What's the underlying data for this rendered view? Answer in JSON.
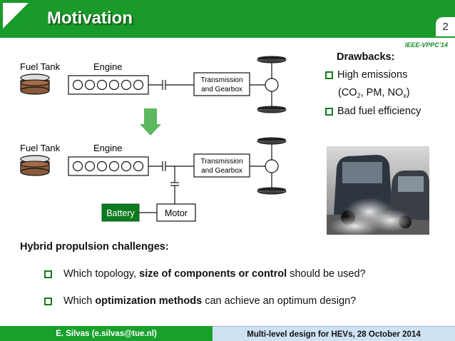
{
  "header": {
    "title": "Motivation",
    "page_number": "2",
    "conference": "IEEE-VPPC'14",
    "bg_color": "#1a9a2a"
  },
  "diagram": {
    "top": {
      "fuel_tank": "Fuel Tank",
      "engine": "Engine",
      "transmission_line1": "Transmission",
      "transmission_line2": "and Gearbox"
    },
    "bottom": {
      "fuel_tank": "Fuel Tank",
      "engine": "Engine",
      "transmission_line1": "Transmission",
      "transmission_line2": "and Gearbox",
      "battery": "Battery",
      "motor": "Motor"
    },
    "colors": {
      "arrow": "#5cb85c",
      "battery_fill": "#0e7a1e",
      "fuel": "#8a5a3c"
    }
  },
  "drawbacks": {
    "heading": "Drawbacks:",
    "item1": "High emissions",
    "emissions_open": "(CO",
    "co2_sub": "2",
    "emissions_mid": ", PM, NO",
    "nox_sub": "x",
    "emissions_close": ")",
    "item2": "Bad fuel efficiency"
  },
  "hybrid": {
    "heading": "Hybrid propulsion challenges:",
    "q1_pre": "Which topology, ",
    "q1_bold": "size of components or control",
    "q1_post": " should be used?",
    "q2_pre": "Which ",
    "q2_bold": "optimization methods",
    "q2_post": " can achieve an optimum design?"
  },
  "footer": {
    "left": "E. Silvas (e.silvas@tue.nl)",
    "right": "Multi-level design for HEVs, 28 October 2014",
    "left_color": "#17a12c",
    "right_color": "#cfe2f3"
  }
}
